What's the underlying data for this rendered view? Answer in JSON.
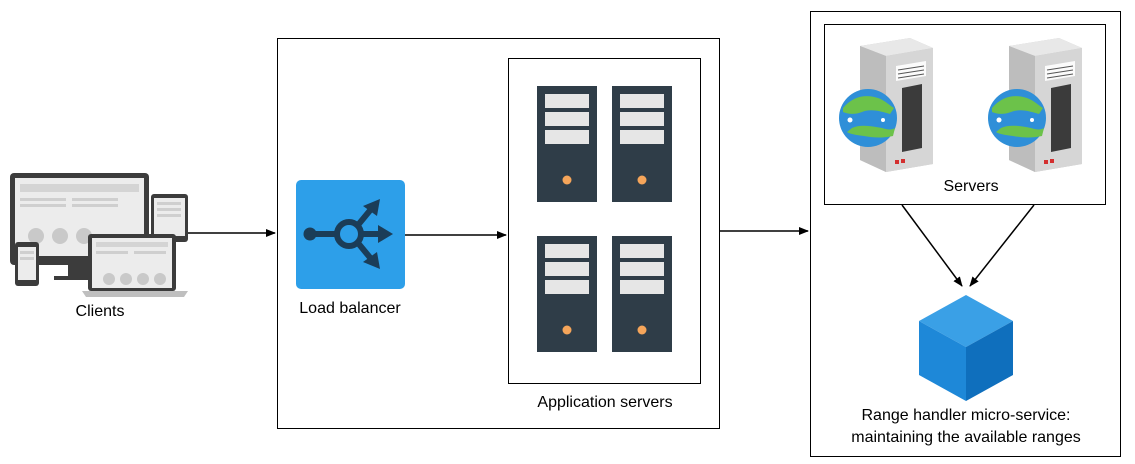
{
  "labels": {
    "clients": "Clients",
    "load_balancer": "Load balancer",
    "app_servers": "Application servers",
    "servers": "Servers",
    "range_handler_line1": "Range handler micro-service:",
    "range_handler_line2": "maintaining the available ranges"
  },
  "colors": {
    "line": "#000000",
    "lb_blue": "#2d9fe9",
    "lb_dark": "#1b3d58",
    "server_dark": "#2f3d48",
    "server_slot": "#e6e6e6",
    "server_led": "#f5a55a",
    "cube_light": "#3aa0e6",
    "cube_mid": "#1e88d8",
    "cube_dark": "#0f6fbd",
    "device_frame": "#3c3c3c",
    "device_screen": "#ececec",
    "globe_ocean": "#2f8fd8",
    "globe_land": "#6cc24a"
  },
  "icons": {
    "clients": "devices-icon",
    "load_balancer": "load-balancer-icon",
    "app_server": "server-rack-icon",
    "web_server": "web-server-icon",
    "range_handler": "cube-icon"
  }
}
